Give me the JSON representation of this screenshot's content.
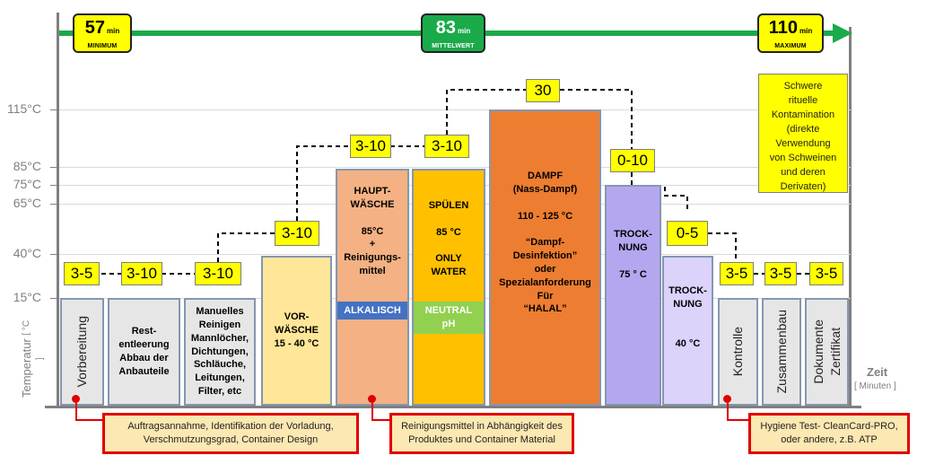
{
  "timeline": {
    "color": "#1aaa4a",
    "minimum": {
      "value": "57",
      "unit": "min",
      "caption": "MINIMUM"
    },
    "average": {
      "value": "83",
      "unit": "min",
      "caption": "MITTELWERT"
    },
    "maximum": {
      "value": "110",
      "unit": "min",
      "caption": "MAXIMUM"
    }
  },
  "axis": {
    "y_title": "Temperatur",
    "y_unit": "[ °C ]",
    "x_title": "Zeit",
    "x_unit": "[ Minuten ]",
    "y_labels": [
      "115°C",
      "85°C",
      "75°C",
      "65°C",
      "40°C",
      "15°C"
    ]
  },
  "steps": {
    "vorbereitung": {
      "label": "Vorbereitung",
      "duration": "3-5",
      "color": "#e7e6e6"
    },
    "restentleerung": {
      "label": "Rest-\nentleerung\nAbbau der\nAnbauteile",
      "duration": "3-10",
      "color": "#e7e6e6"
    },
    "manuelles": {
      "label": "Manuelles\nReinigen\nMannlöcher,\nDichtungen,\nSchläuche,\nLeitungen,\nFilter, etc",
      "duration": "3-10",
      "color": "#e7e6e6"
    },
    "vorwaesche": {
      "label": "VOR-\nWÄSCHE\n15 - 40 °C",
      "duration": "3-10",
      "color": "#ffe699"
    },
    "hauptwaesche": {
      "label": "HAUPT-\nWÄSCHE\n\n85°C\n+\nReinigungs-\nmittel",
      "band": "ALKALISCH",
      "duration": "3-10",
      "color": "#f4b183",
      "band_color": "#4472c4"
    },
    "spuelen": {
      "label": "SPÜLEN\n\n85 °C\n\nONLY\nWATER",
      "band": "NEUTRAL\npH",
      "duration": "3-10",
      "color": "#ffc000",
      "band_color": "#92d050"
    },
    "dampf": {
      "label": "DAMPF\n(Nass-Dampf)\n\n110 - 125 °C\n\n“Dampf-\nDesinfektion”\noder\nSpezialanforderung\nFür\n“HALAL”",
      "duration": "30",
      "color": "#ed7d31"
    },
    "trocknung1": {
      "label": "TROCK-\nNUNG\n\n75 ° C",
      "duration": "0-10",
      "color": "#b4a7f0"
    },
    "trocknung2": {
      "label": "TROCK-\nNUNG\n\n\n40 °C",
      "duration": "0-5",
      "color": "#dcd2fa"
    },
    "kontrolle": {
      "label": "Kontrolle",
      "duration": "3-5",
      "color": "#e7e6e6"
    },
    "zusammenbau": {
      "label": "Zusammenbau",
      "duration": "3-5",
      "color": "#e7e6e6"
    },
    "dokumente": {
      "label": "Dokumente\nZertifikat",
      "duration": "3-5",
      "color": "#e7e6e6"
    }
  },
  "side_note": "Schwere\nrituelle\nKontamination\n(direkte\nVerwendung\nvon Schweinen\nund deren\nDerivaten)",
  "notes": {
    "auftrag": "Auftragsannahme, Identifikation der Vorladung,\nVerschmutzungsgrad, Container Design",
    "reinigungsmittel": "Reinigungsmittel in Abhängigkeit des\nProduktes und Container Material",
    "hygiene": "Hygiene Test- CleanCard-PRO,\noder andere, z.B. ATP"
  }
}
